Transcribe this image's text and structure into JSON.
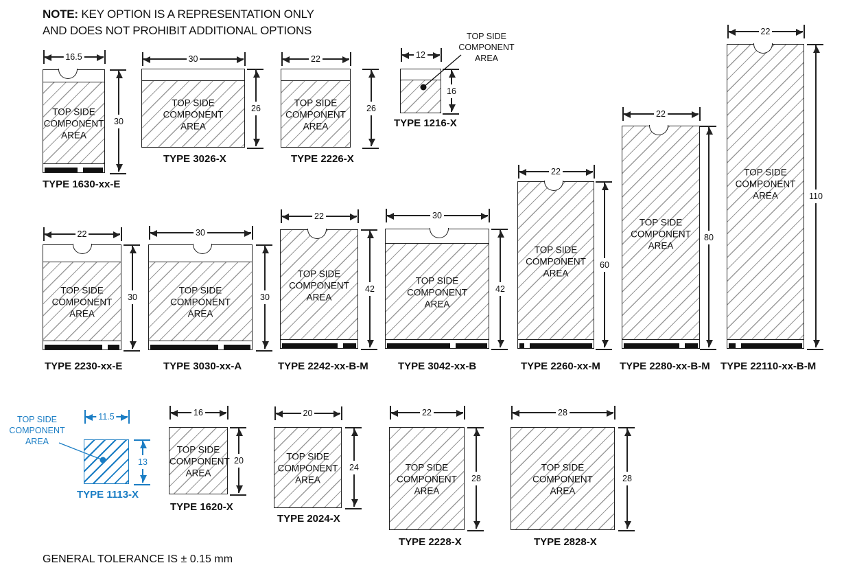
{
  "note": {
    "bold": "NOTE:",
    "line1": " KEY OPTION IS A REPRESENTATION ONLY",
    "line2": "AND DOES NOT PROHIBIT ADDITIONAL OPTIONS"
  },
  "area_text": [
    "TOP SIDE",
    "COMPONENT",
    "AREA"
  ],
  "modules": [
    {
      "label": "TYPE 1630-xx-E",
      "width": "16.5",
      "height": "30"
    },
    {
      "label": "TYPE 3026-X",
      "width": "30",
      "height": "26"
    },
    {
      "label": "TYPE 2226-X",
      "width": "22",
      "height": "26"
    },
    {
      "label": "TYPE 1216-X",
      "width": "12",
      "height": "16"
    },
    {
      "label": "TYPE 2230-xx-E",
      "width": "22",
      "height": "30"
    },
    {
      "label": "TYPE 3030-xx-A",
      "width": "30",
      "height": "30"
    },
    {
      "label": "TYPE 2242-xx-B-M",
      "width": "22",
      "height": "42"
    },
    {
      "label": "TYPE 3042-xx-B",
      "width": "30",
      "height": "42"
    },
    {
      "label": "TYPE 2260-xx-M",
      "width": "22",
      "height": "60"
    },
    {
      "label": "TYPE 2280-xx-B-M",
      "width": "22",
      "height": "80"
    },
    {
      "label": "TYPE 22110-xx-B-M",
      "width": "22",
      "height": "110"
    },
    {
      "label": "TYPE 1113-X",
      "width": "11.5",
      "height": "13"
    },
    {
      "label": "TYPE 1620-X",
      "width": "16",
      "height": "20"
    },
    {
      "label": "TYPE 2024-X",
      "width": "20",
      "height": "24"
    },
    {
      "label": "TYPE 2228-X",
      "width": "22",
      "height": "28"
    },
    {
      "label": "TYPE 2828-X",
      "width": "28",
      "height": "28"
    }
  ],
  "callouts": [
    {
      "lines": [
        "TOP SIDE",
        "COMPONENT",
        "AREA"
      ]
    },
    {
      "lines": [
        "TOP SIDE",
        "COMPONENT",
        "AREA"
      ]
    }
  ],
  "footer": "GENERAL TOLERANCE IS ± 0.15 mm",
  "colors": {
    "line": "#222222",
    "hatch": "#9a9a9a",
    "highlight": "#1a7dc4"
  }
}
